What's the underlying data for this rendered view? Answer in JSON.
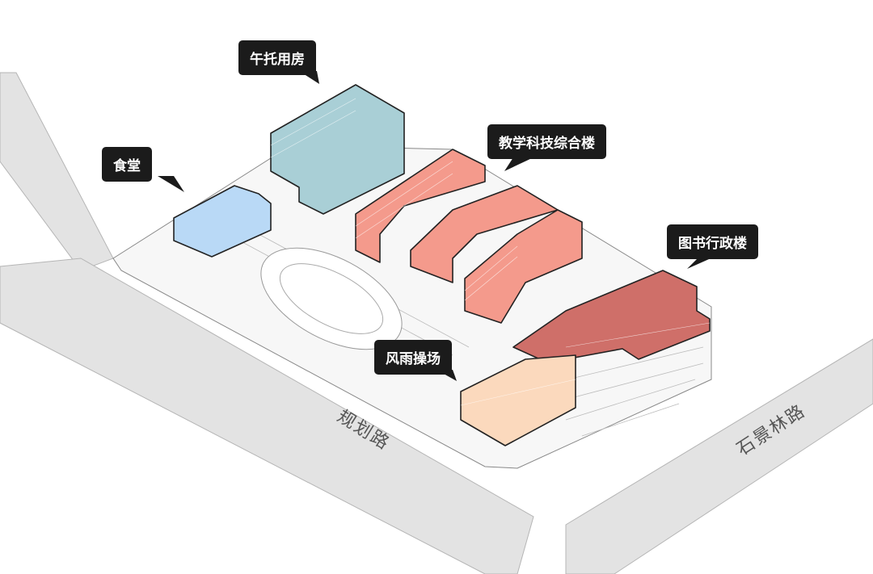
{
  "labels": {
    "daycare": "午托用房",
    "canteen": "食堂",
    "teaching": "教学科技综合楼",
    "library": "图书行政楼",
    "gym": "风雨操场"
  },
  "roads": {
    "planned": "规划路",
    "shijinglin": "石景林路"
  },
  "colors": {
    "daycare": "#a9cfd6",
    "canteen": "#b9d9f6",
    "teaching": "#f49a8c",
    "library": "#cf6f69",
    "gym": "#fbd9bd",
    "road": "#e3e3e3"
  }
}
